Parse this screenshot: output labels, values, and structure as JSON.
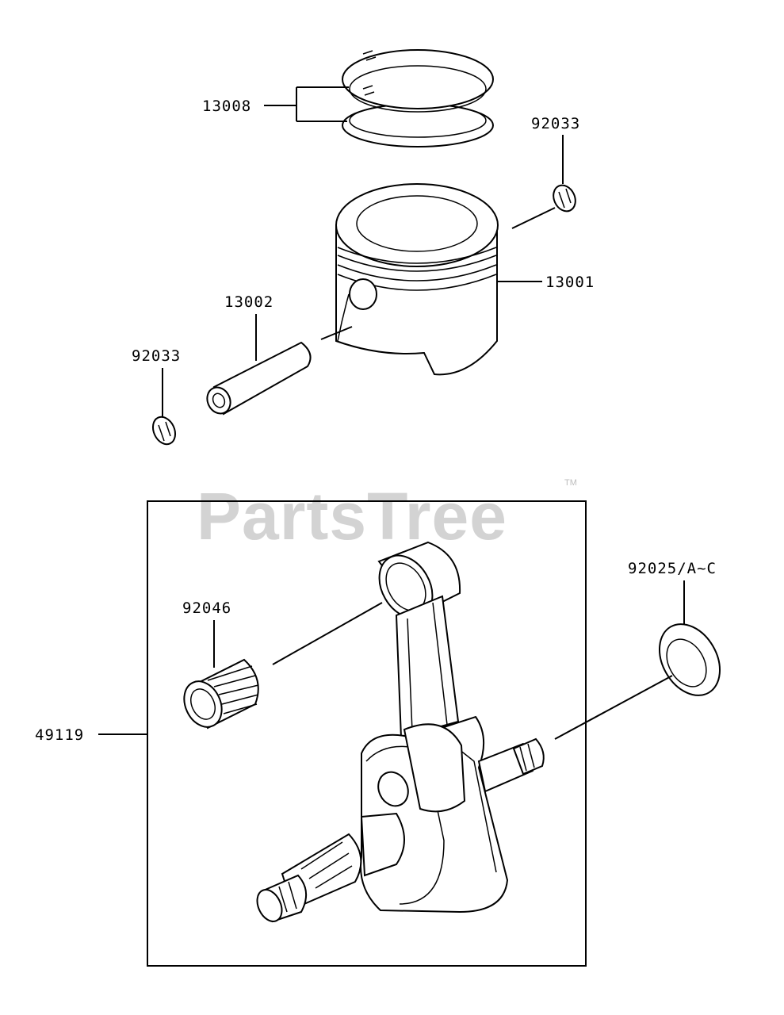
{
  "watermark": {
    "text": "PartsTree",
    "trademark": "TM",
    "color": "#d3d3d3"
  },
  "callouts": [
    {
      "id": "ring-set",
      "part_number": "13008"
    },
    {
      "id": "clip-top",
      "part_number": "92033"
    },
    {
      "id": "piston",
      "part_number": "13001"
    },
    {
      "id": "piston-pin",
      "part_number": "13002"
    },
    {
      "id": "clip-left",
      "part_number": "92033"
    },
    {
      "id": "needle-bearing",
      "part_number": "92046"
    },
    {
      "id": "washer",
      "part_number": "92025/A~C"
    },
    {
      "id": "crankshaft-assembly",
      "part_number": "49119"
    }
  ]
}
